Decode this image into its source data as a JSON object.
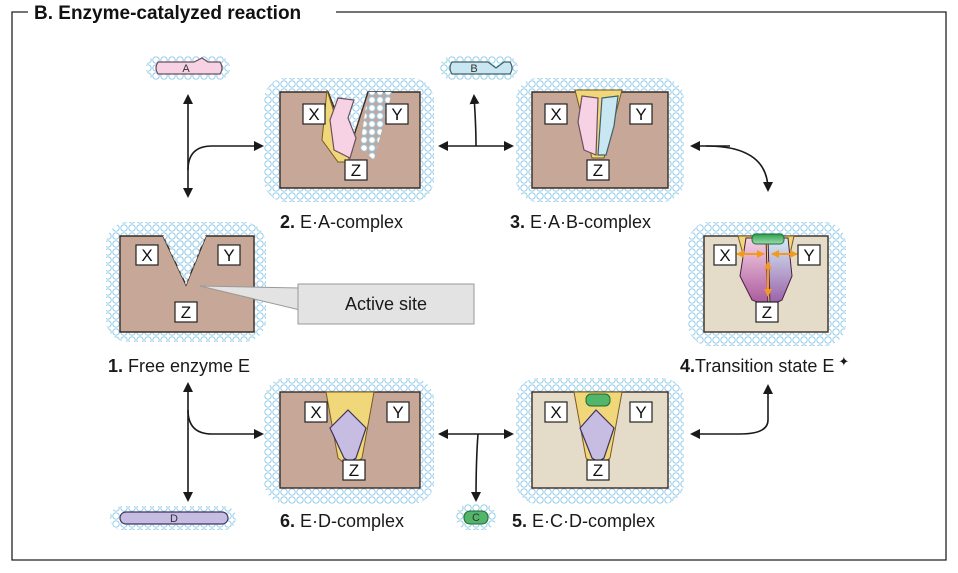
{
  "title": "B. Enzyme-catalyzed reaction",
  "site_letters": {
    "x": "X",
    "y": "Y",
    "z": "Z"
  },
  "molecules": {
    "a": "A",
    "b": "B",
    "c": "C",
    "d": "D"
  },
  "callout": "Active site",
  "states": [
    {
      "num": "1.",
      "text": " Free enzyme E"
    },
    {
      "num": "2.",
      "text": " E·A-complex"
    },
    {
      "num": "3.",
      "text": " E·A·B-complex"
    },
    {
      "num": "4.",
      "text": "Transition state E",
      "sup": "✦"
    },
    {
      "num": "5.",
      "text": " E·C·D-complex"
    },
    {
      "num": "6.",
      "text": " E·D-complex"
    }
  ],
  "colors": {
    "enzyme_brown": "#c7a797",
    "enzyme_beige": "#e4dbc9",
    "water_ring": "#9fd2ea",
    "substrate_a": "#f7d2e4",
    "substrate_b": "#c8e7f2",
    "product_d": "#c7bde2",
    "product_c": "#53b56a",
    "binding_yellow": "#f0d77a",
    "callout_fill": "#e3e3e3",
    "arrow": "#1a1a1a",
    "orange_arrow": "#f39a1e"
  }
}
